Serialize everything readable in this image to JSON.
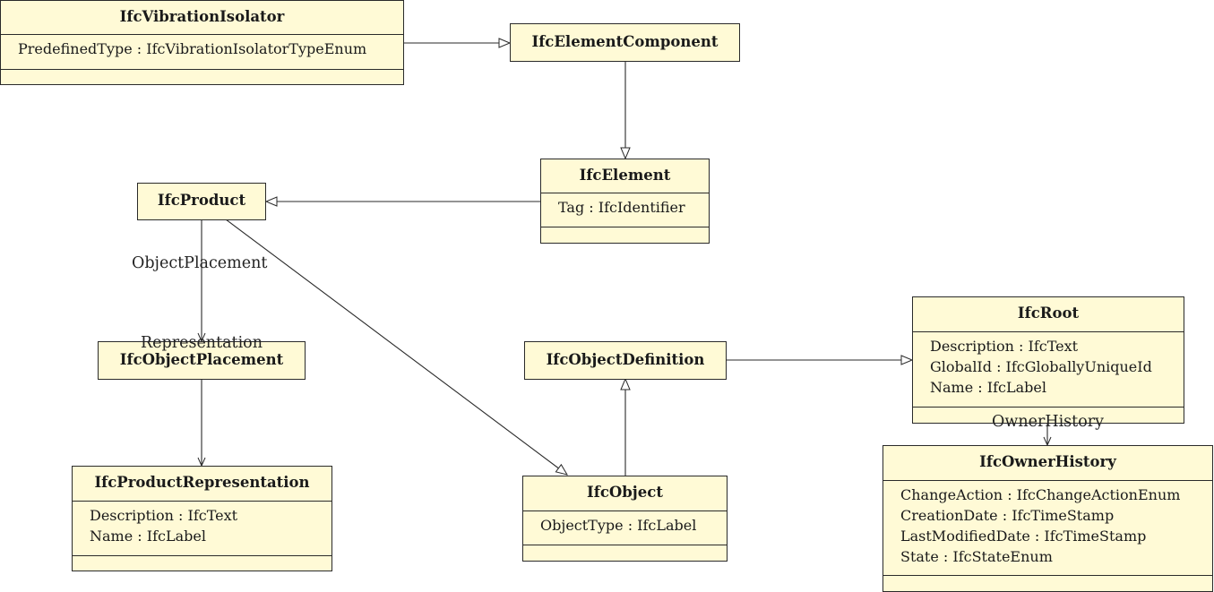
{
  "classes": {
    "vibration_isolator": {
      "name": "IfcVibrationIsolator",
      "attributes": [
        "PredefinedType : IfcVibrationIsolatorTypeEnum"
      ]
    },
    "element_component": {
      "name": "IfcElementComponent"
    },
    "element": {
      "name": "IfcElement",
      "attributes": [
        "Tag : IfcIdentifier"
      ]
    },
    "product": {
      "name": "IfcProduct"
    },
    "object_placement": {
      "name": "IfcObjectPlacement"
    },
    "product_representation": {
      "name": "IfcProductRepresentation",
      "attributes": [
        "Description : IfcText",
        "Name : IfcLabel"
      ]
    },
    "object_definition": {
      "name": "IfcObjectDefinition"
    },
    "object": {
      "name": "IfcObject",
      "attributes": [
        "ObjectType : IfcLabel"
      ]
    },
    "root": {
      "name": "IfcRoot",
      "attributes": [
        "Description : IfcText",
        "GlobalId : IfcGloballyUniqueId",
        "Name : IfcLabel"
      ]
    },
    "owner_history": {
      "name": "IfcOwnerHistory",
      "attributes": [
        "ChangeAction : IfcChangeActionEnum",
        "CreationDate : IfcTimeStamp",
        "LastModifiedDate : IfcTimeStamp",
        "State : IfcStateEnum"
      ]
    }
  },
  "associations": {
    "object_placement": "ObjectPlacement",
    "representation": "Representation",
    "owner_history": "OwnerHistory"
  },
  "colors": {
    "class_fill": "#fffad6",
    "line": "#2a2a2a"
  }
}
